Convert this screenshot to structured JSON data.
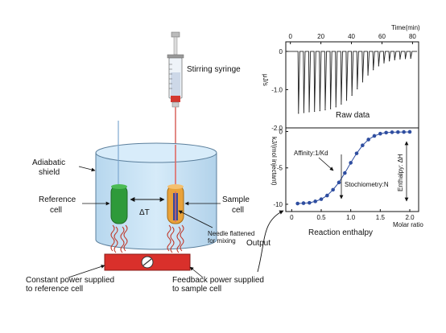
{
  "labels": {
    "stirring_syringe": "Stirring syringe",
    "adiabatic_shield_1": "Adiabatic",
    "adiabatic_shield_2": "shield",
    "reference_cell_1": "Reference",
    "reference_cell_2": "cell",
    "sample_cell_1": "Sample",
    "sample_cell_2": "cell",
    "delta_t": "ΔT",
    "needle_1": "Needle flattened",
    "needle_2": "for mixing",
    "constant_power_1": "Constant power supplied",
    "constant_power_2": "to reference cell",
    "feedback_power_1": "Feedback power supplied",
    "feedback_power_2": "to sample cell",
    "output": "Output"
  },
  "colors": {
    "cylinder": "#c9e3f5",
    "cylinder_edge": "#5b7f9c",
    "reference_cell": "#2e9a3a",
    "sample_cell": "#e8a23a",
    "heater": "#d9302b",
    "syringe_plunger": "#d4372f",
    "data_series": "#2f4ea0"
  },
  "chart_data": [
    {
      "type": "line",
      "title": "Raw data",
      "xlabel": "Time(min)",
      "ylabel": "μJ/s",
      "x_ticks": [
        "0",
        "20",
        "40",
        "60",
        "80"
      ],
      "y_ticks": [
        "0",
        "-1.0",
        "-2.0"
      ],
      "xlim": [
        -3,
        84
      ],
      "ylim": [
        -2.0,
        0.25
      ],
      "injection_times": [
        5,
        8.5,
        12,
        15.5,
        19,
        22.5,
        26,
        29.5,
        33,
        36.5,
        40,
        43.5,
        47,
        50.5,
        54,
        57.5,
        61,
        64.5,
        68,
        71.5,
        75,
        78.5
      ],
      "peak_values": [
        -1.62,
        -1.6,
        -1.58,
        -1.57,
        -1.55,
        -1.53,
        -1.5,
        -1.45,
        -1.38,
        -1.28,
        -1.15,
        -0.98,
        -0.8,
        -0.62,
        -0.48,
        -0.38,
        -0.3,
        -0.25,
        -0.22,
        -0.2,
        -0.19,
        -0.18
      ],
      "baseline": 0.0
    },
    {
      "type": "scatter",
      "title": "Reaction enthalpy",
      "xlabel": "Molar ratio",
      "ylabel": "kJ/(mol injectant)",
      "x_ticks": [
        "0",
        "0.5",
        "1.0",
        "1.5",
        "2.0"
      ],
      "y_ticks": [
        "0",
        "-5",
        "-10"
      ],
      "xlim": [
        -0.1,
        2.15
      ],
      "ylim": [
        -11,
        0.5
      ],
      "x": [
        0.1,
        0.2,
        0.3,
        0.4,
        0.5,
        0.6,
        0.7,
        0.8,
        0.9,
        1.0,
        1.1,
        1.2,
        1.3,
        1.4,
        1.5,
        1.6,
        1.7,
        1.8,
        1.9,
        2.0
      ],
      "y": [
        -9.9,
        -9.85,
        -9.8,
        -9.6,
        -9.3,
        -8.8,
        -8.0,
        -7.0,
        -5.7,
        -4.3,
        -3.0,
        -1.9,
        -1.1,
        -0.6,
        -0.3,
        -0.15,
        -0.1,
        -0.08,
        -0.06,
        -0.05
      ],
      "fit": true,
      "annotations": {
        "affinity": "Affinity:1/Kd",
        "stoichiometry": "Stochiometry:N",
        "enthalpy": "Enthalpy: ΔH"
      }
    }
  ]
}
